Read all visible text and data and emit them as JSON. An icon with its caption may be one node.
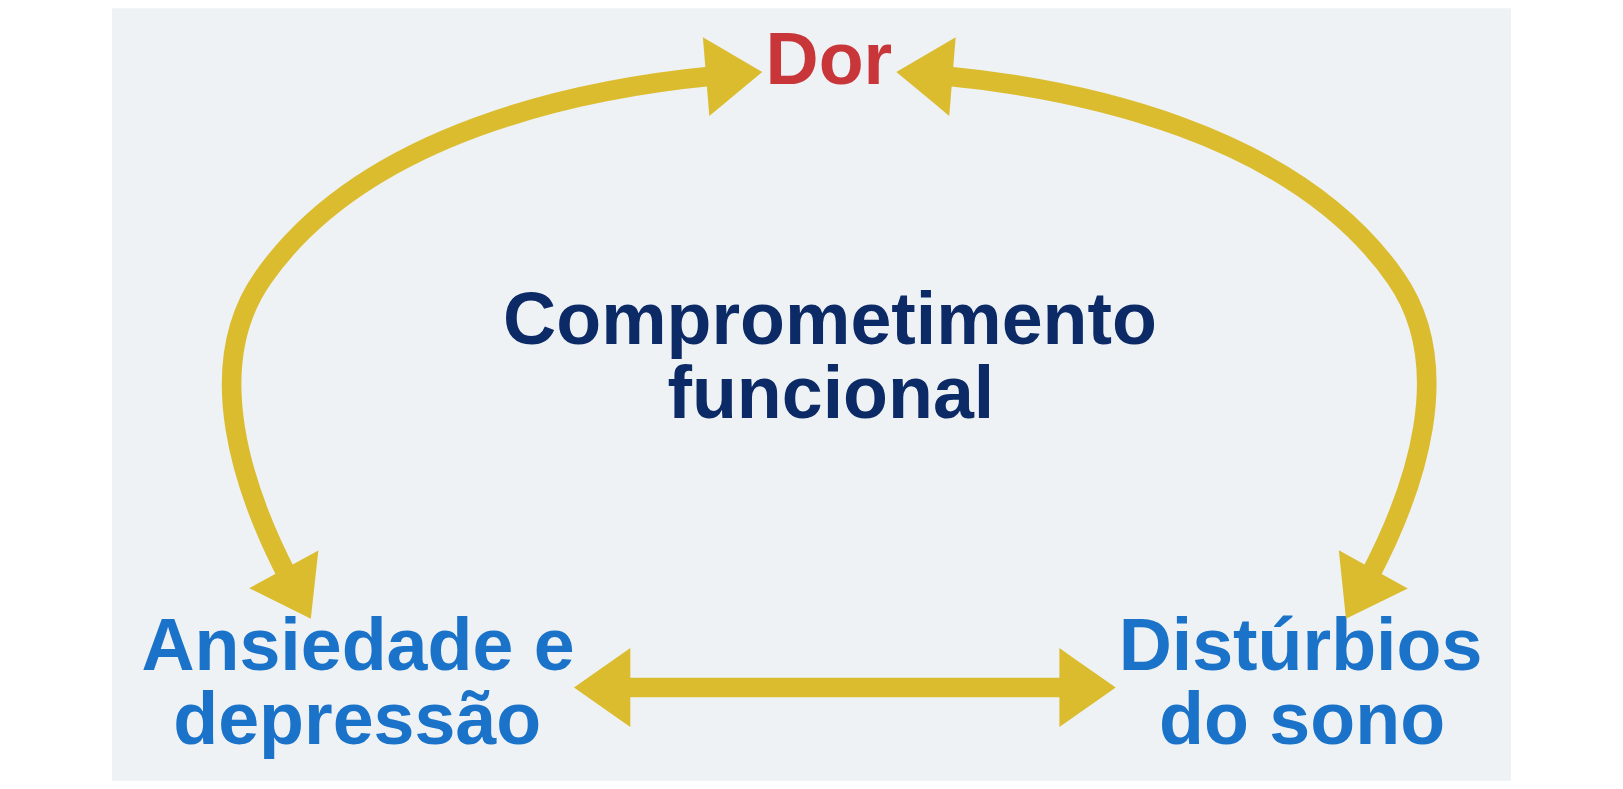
{
  "diagram": {
    "nodes": [
      {
        "text": [
          "Dor"
        ]
      },
      {
        "text": [
          "Ansiedade e depressão"
        ]
      },
      {
        "text": [
          "Distúrbios do sono"
        ]
      }
    ],
    "edges": [
      {
        "from": 0,
        "to": 1,
        "arrow": "both"
      },
      {
        "from": 0,
        "to": 2,
        "arrow": "both"
      },
      {
        "from": 1,
        "to": 2,
        "arrow": "both"
      }
    ],
    "labels": [
      "Comprometimento funcional"
    ]
  }
}
